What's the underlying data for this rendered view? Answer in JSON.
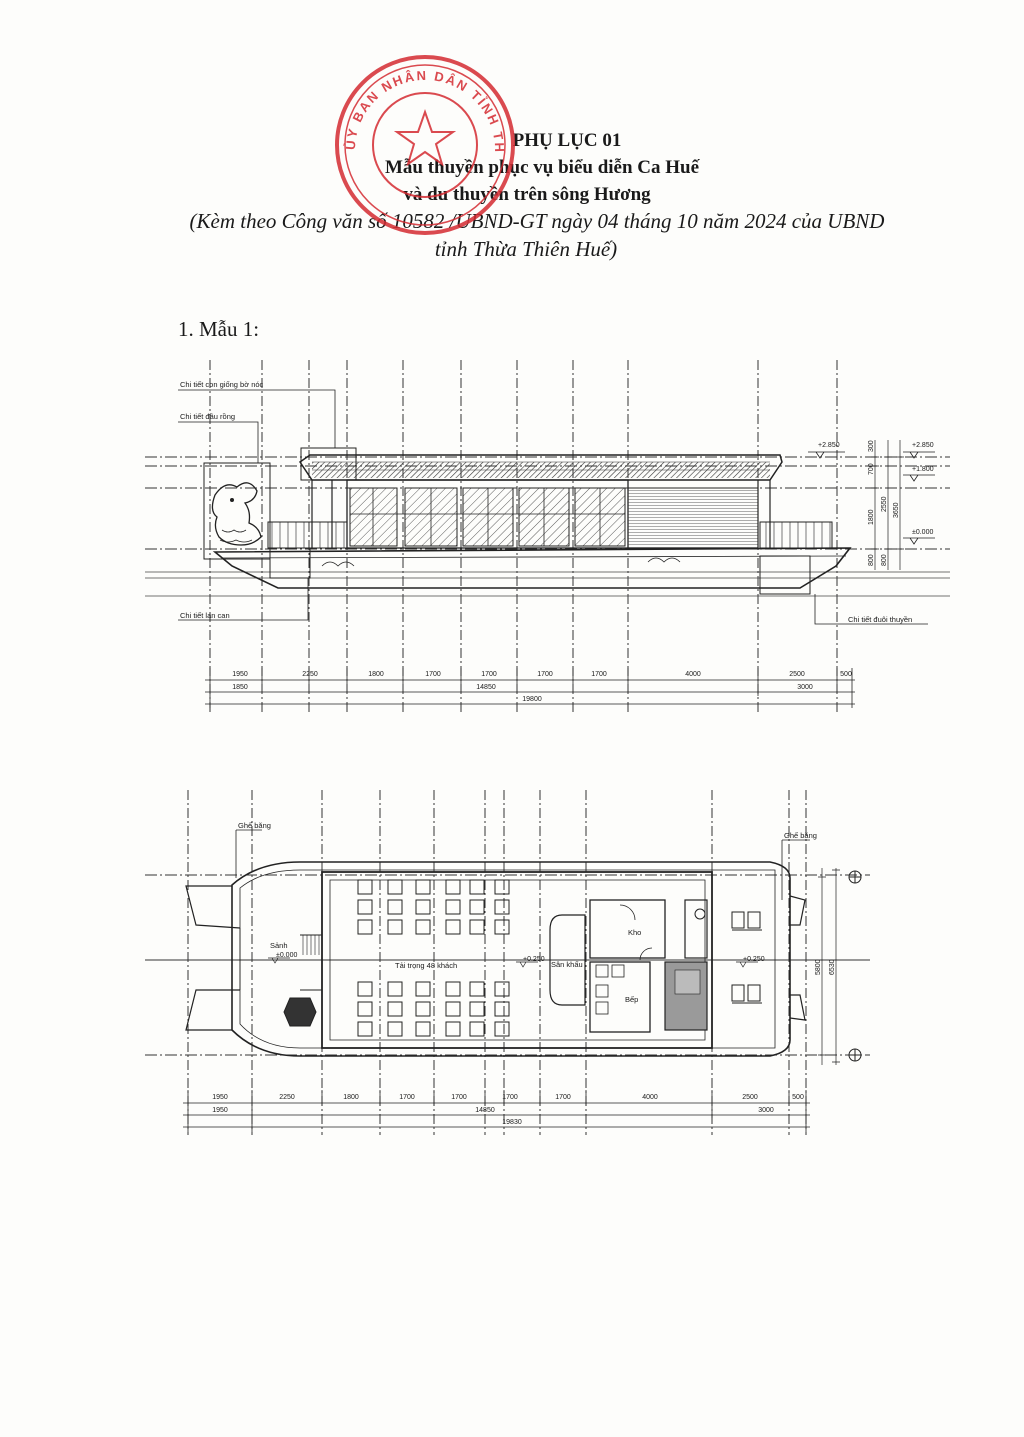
{
  "header": {
    "title_line1": "PHỤ LỤC 01",
    "title_line2": "Mẫu thuyền phục vụ biểu diễn Ca Huế",
    "title_line3": "và du thuyền trên sông Hương",
    "title_line4": "(Kèm theo Công văn số 10582 /UBND-GT ngày 04 tháng 10 năm 2024 của UBND",
    "title_line5": "tỉnh Thừa Thiên Huế)"
  },
  "seal": {
    "text": "ỦY BAN NHÂN DÂN TỈNH THỪA THIÊN HUẾ",
    "color": "#d42b32"
  },
  "section": {
    "label": "1. Mẫu 1:"
  },
  "elevation": {
    "label_roof": "Chi tiết con giống bờ nóc",
    "label_dragon": "Chi tiết đầu rồng",
    "label_railing": "Chi tiết lan can",
    "label_tail": "Chi tiết đuôi thuyền",
    "lvl1": "+2.850",
    "lvl2": "+2.850",
    "lvl3": "+1.800",
    "lvl4": "±0.000",
    "vdim1": "700",
    "vdim2": "300",
    "vdim3": "2550",
    "vdim4": "1800",
    "vdim5": "3650",
    "vdim6": "800",
    "vdim7": "800",
    "dims_row1": [
      "1950",
      "2250",
      "1800",
      "1700",
      "1700",
      "1700",
      "1700",
      "4000",
      "2500",
      "500"
    ],
    "dims_row2": [
      "1850",
      "14850",
      "3000"
    ],
    "dims_row3": [
      "19800"
    ]
  },
  "plan": {
    "label_bench_left": "Ghế băng",
    "label_bench_right": "Ghế băng",
    "label_lobby": "Sảnh",
    "label_capacity": "Tải trọng 48 khách",
    "label_stage": "Sân khấu",
    "label_store": "Kho",
    "label_kitchen": "Bếp",
    "lvl_lobby": "±0.000",
    "lvl_cabin": "+0.250",
    "lvl_stern": "+0.250",
    "vdim1": "5800",
    "vdim2": "6530",
    "dims_row1": [
      "1950",
      "2250",
      "1800",
      "1700",
      "1700",
      "1700",
      "1700",
      "4000",
      "2500",
      "500"
    ],
    "dims_row2": [
      "1950",
      "14850",
      "3000"
    ],
    "dims_row3": [
      "19830"
    ]
  }
}
